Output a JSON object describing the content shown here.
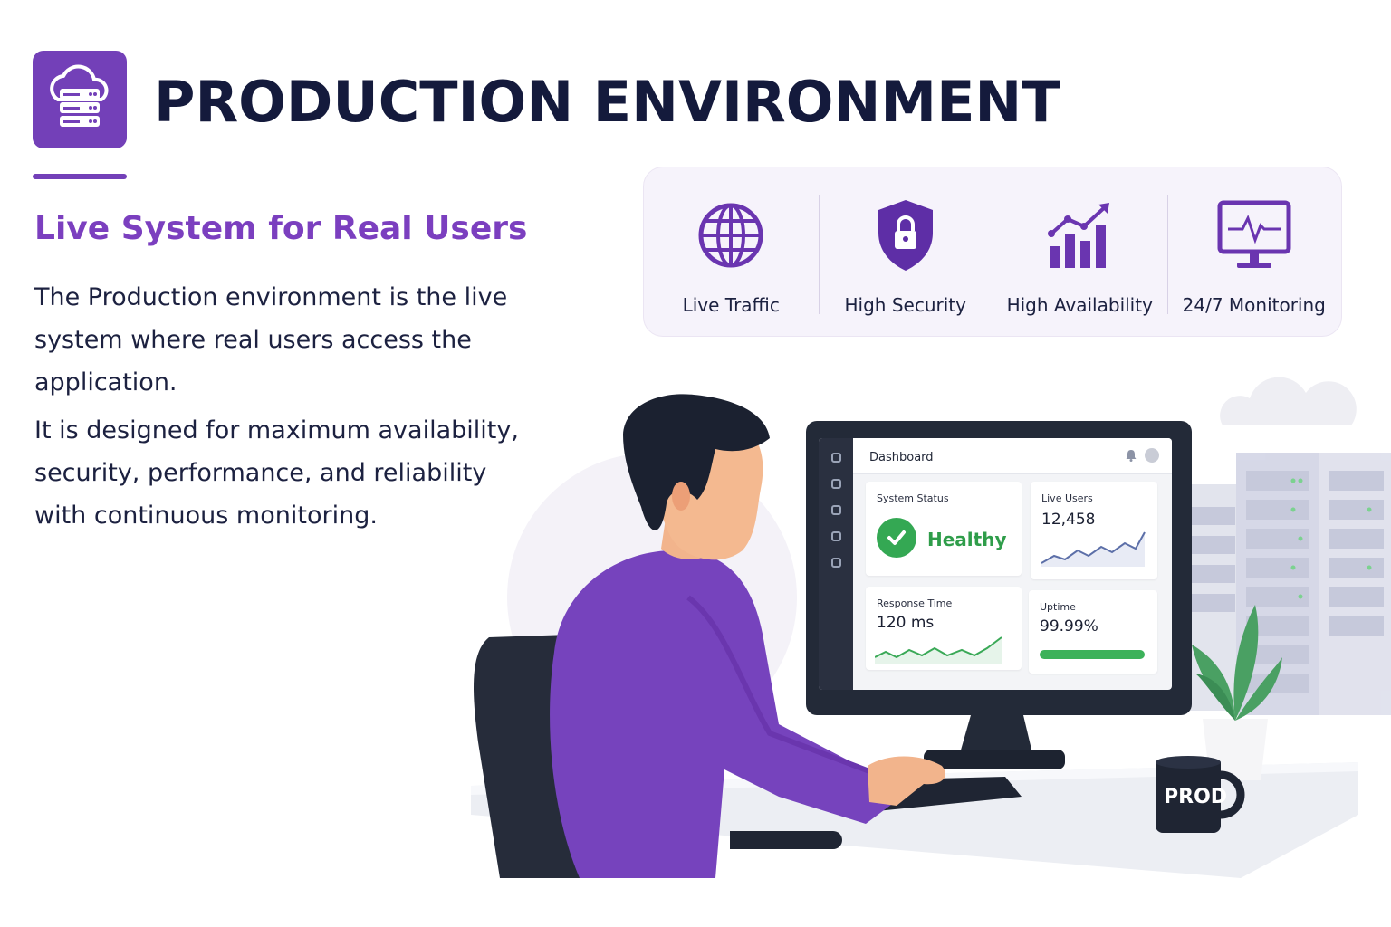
{
  "header": {
    "title": "PRODUCTION ENVIRONMENT",
    "logo_icon": "cloud-server-icon"
  },
  "intro": {
    "subtitle": "Live System for Real Users",
    "paragraph_1": "The Production environment is the live system where real users access the application.",
    "paragraph_2": "It is designed for maximum availability, security, performance, and reliability with continuous monitoring."
  },
  "features": [
    {
      "label": "Live Traffic",
      "icon": "globe-icon"
    },
    {
      "label": "High Security",
      "icon": "shield-lock-icon"
    },
    {
      "label": "High Availability",
      "icon": "bar-chart-trend-icon"
    },
    {
      "label": "24/7 Monitoring",
      "icon": "monitor-pulse-icon"
    }
  ],
  "dashboard": {
    "title": "Dashboard",
    "system_status": {
      "label": "System Status",
      "value": "Healthy"
    },
    "live_users": {
      "label": "Live Users",
      "value": "12,458"
    },
    "response_time": {
      "label": "Response Time",
      "value": "120 ms"
    },
    "uptime": {
      "label": "Uptime",
      "value": "99.99%"
    }
  },
  "mug": {
    "label": "PROD"
  },
  "colors": {
    "brand_purple": "#7340b8",
    "title_navy": "#141a3c",
    "healthy_green": "#34a853"
  }
}
